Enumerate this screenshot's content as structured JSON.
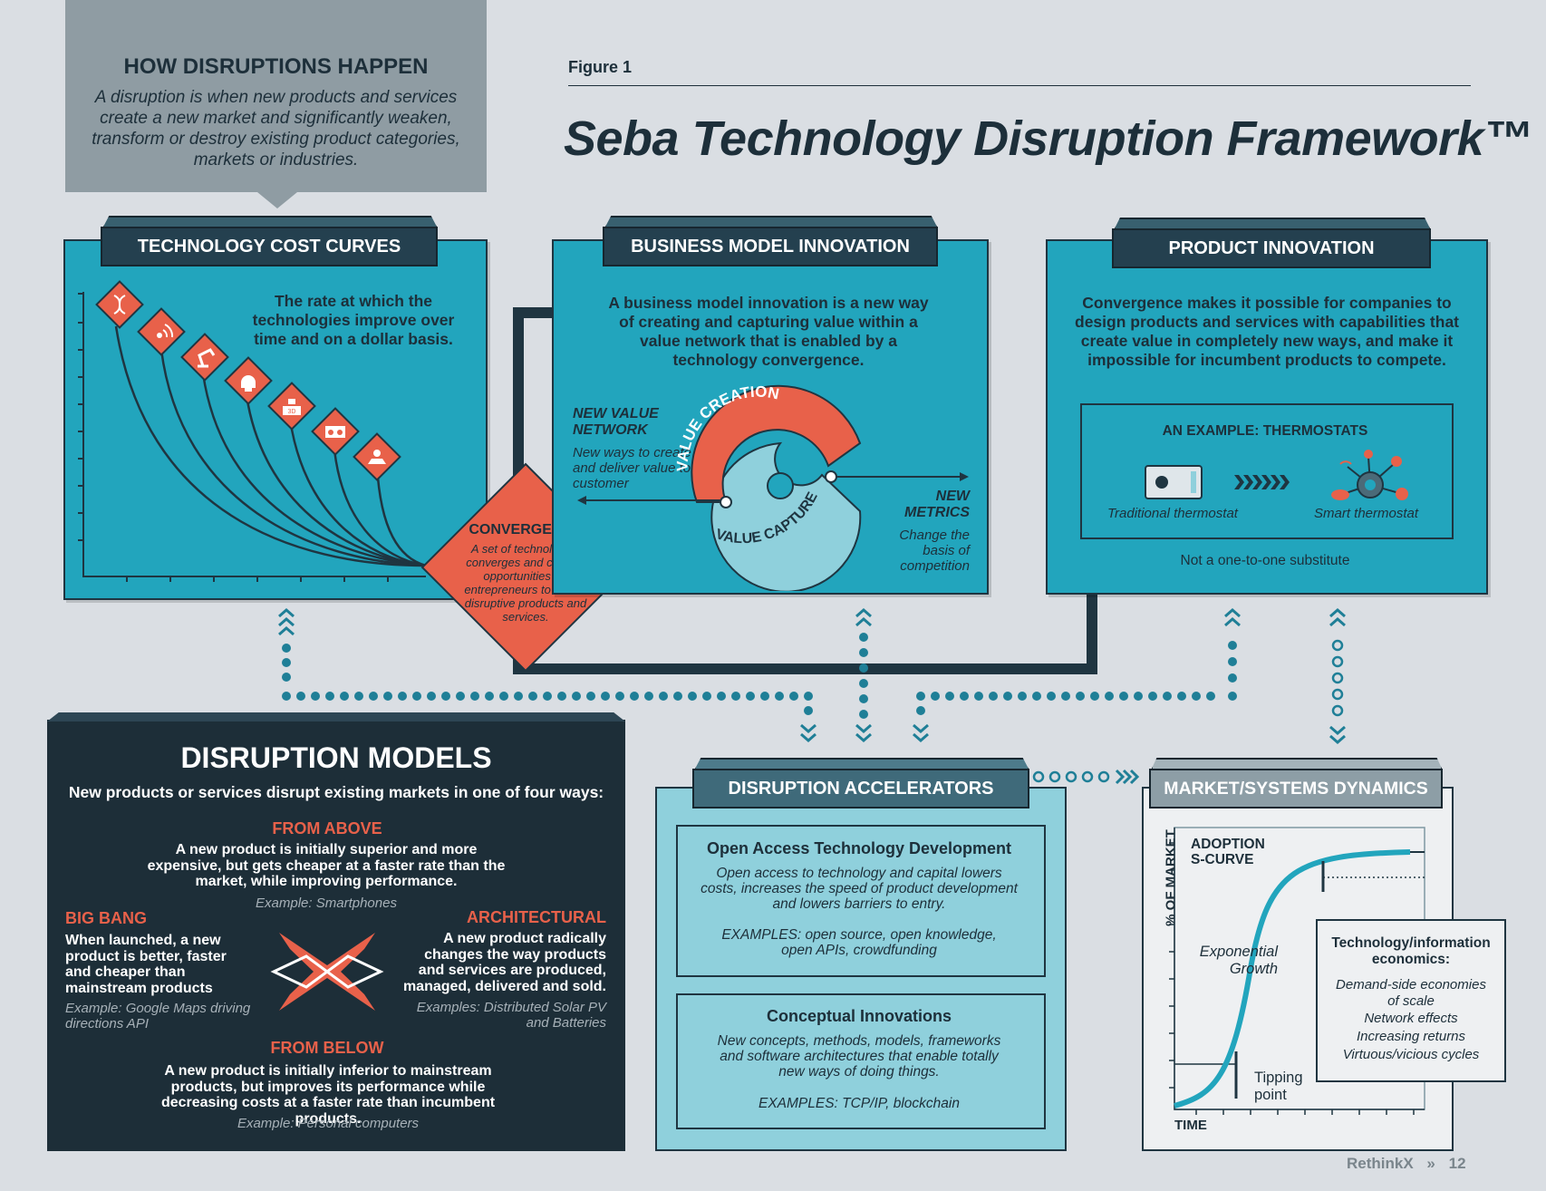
{
  "header": {
    "callout_title": "HOW DISRUPTIONS HAPPEN",
    "callout_text": "A disruption is when new products and services create a new market and significantly weaken, transform or destroy existing product categories, markets or industries.",
    "figure_label": "Figure 1",
    "main_title": "Seba Technology Disruption Framework™"
  },
  "cost_curves": {
    "title": "TECHNOLOGY COST CURVES",
    "text": "The rate at which the technologies improve over time and on a dollar basis.",
    "icons": [
      "dna-icon",
      "wireless-icon",
      "robot-arm-icon",
      "brain-icon",
      "3d-printer-icon",
      "sensor-icon",
      "solar-icon"
    ],
    "icon_3d_label": "3D"
  },
  "convergence": {
    "title": "CONVERGENCE",
    "text": "A set of technologies converges and creates opportunities for entrepreneurs to create disruptive products and services."
  },
  "business_model": {
    "title": "BUSINESS MODEL INNOVATION",
    "text": "A business model innovation is a new way of creating and capturing value within a value network that is enabled by a technology convergence.",
    "network_title": "NEW VALUE NETWORK",
    "network_text": "New ways to create and deliver value to customer",
    "value_creation": "VALUE CREATION",
    "value_capture": "VALUE CAPTURE",
    "metrics_title": "NEW METRICS",
    "metrics_text": "Change the basis of competition"
  },
  "product_innovation": {
    "title": "PRODUCT INNOVATION",
    "text": "Convergence makes it possible for companies to design products and services with capabilities that create value in completely new ways, and make it impossible for incumbent products to compete.",
    "example_title": "AN EXAMPLE: THERMOSTATS",
    "traditional": "Traditional thermostat",
    "smart": "Smart thermostat",
    "note": "Not a one-to-one substitute"
  },
  "disruption_models": {
    "title": "DISRUPTION MODELS",
    "subtitle": "New products or services  disrupt existing markets in one of four ways:",
    "above_title": "FROM ABOVE",
    "above_text": "A new product is initially superior and more expensive, but gets cheaper at a faster rate than the market, while improving performance.",
    "above_example": "Example: Smartphones",
    "bigbang_title": "BIG BANG",
    "bigbang_text": "When launched, a new product is better, faster and cheaper than mainstream products",
    "bigbang_example": "Example: Google Maps driving directions API",
    "arch_title": "ARCHITECTURAL",
    "arch_text": "A new product radically changes the way products and services are produced, managed, delivered and sold.",
    "arch_example": "Examples: Distributed Solar PV and Batteries",
    "below_title": "FROM BELOW",
    "below_text": "A new product is initially inferior to mainstream products, but improves its performance while decreasing costs at a faster rate than incumbent products.",
    "below_example": "Example: Personal computers"
  },
  "accelerators": {
    "title": "DISRUPTION ACCELERATORS",
    "open_title": "Open Access Technology Development",
    "open_text": "Open access to technology and capital lowers costs, increases the speed of product development and lowers barriers to entry.",
    "open_examples": "EXAMPLES: open source, open knowledge, open APIs, crowdfunding",
    "concept_title": "Conceptual Innovations",
    "concept_text": "New concepts, methods, models, frameworks and software architectures that enable totally new ways of doing things.",
    "concept_examples": "EXAMPLES:  TCP/IP, blockchain"
  },
  "market_dynamics": {
    "title": "MARKET/SYSTEMS DYNAMICS",
    "chart_title": "ADOPTION S-CURVE",
    "ylabel": "% OF MARKET",
    "xlabel": "TIME",
    "growth_label": "Exponential Growth",
    "tipping_label": "Tipping point",
    "econ_title": "Technology/information economics:",
    "econ_items": [
      "Demand-side economies of scale",
      "Network effects",
      "Increasing returns",
      "Virtuous/vicious cycles"
    ]
  },
  "footer": {
    "brand": "RethinkX",
    "separator": "»",
    "page": "12"
  },
  "colors": {
    "teal": "#22a5bd",
    "navy": "#1f3541",
    "orange": "#e8614a",
    "light_teal": "#8fd0dc"
  }
}
